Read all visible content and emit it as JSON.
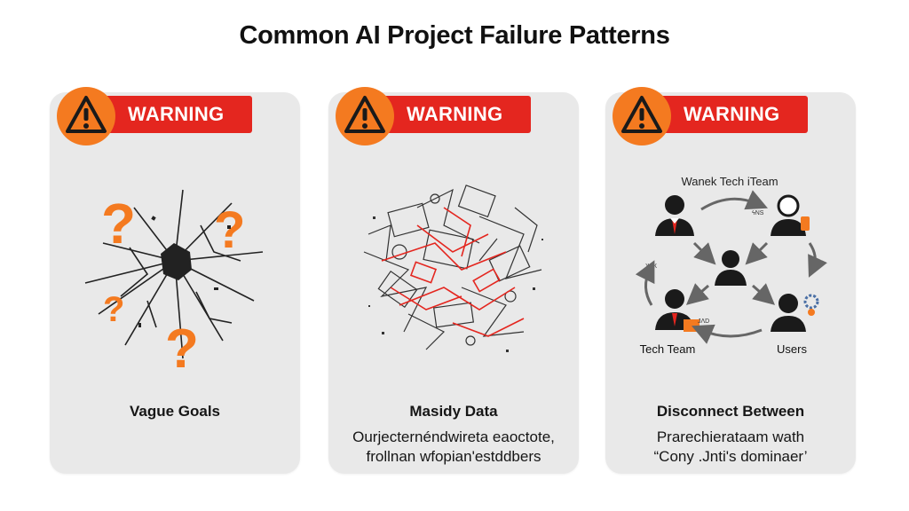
{
  "page": {
    "title": "Common AI Project Failure Patterns"
  },
  "colors": {
    "banner_red": "#e4261f",
    "warning_orange": "#f47a20",
    "card_bg": "#e9e9e9",
    "accent_orange": "#f47a20"
  },
  "cards": [
    {
      "banner_label": "WARNING",
      "icon": "broken-glass-question-marks",
      "label": "Vague Goals",
      "description_lines": []
    },
    {
      "banner_label": "WARNING",
      "icon": "tangled-data-debris",
      "label": "Masidy Data",
      "description_lines": [
        "Ourjecternéndwireta eaoctote,",
        "frollnan wfopian'estddbers"
      ]
    },
    {
      "banner_label": "WARNING",
      "icon": "disconnected-teams-cycle",
      "label": "Disconnect Between",
      "description_lines": [
        "Prarechierataam wath",
        "“Cony .Jnti's dominaer’"
      ],
      "diagram": {
        "top_label": "Wanek Tech iTeam",
        "bottom_left_label": "Tech Team",
        "bottom_right_label": "Users"
      }
    }
  ]
}
